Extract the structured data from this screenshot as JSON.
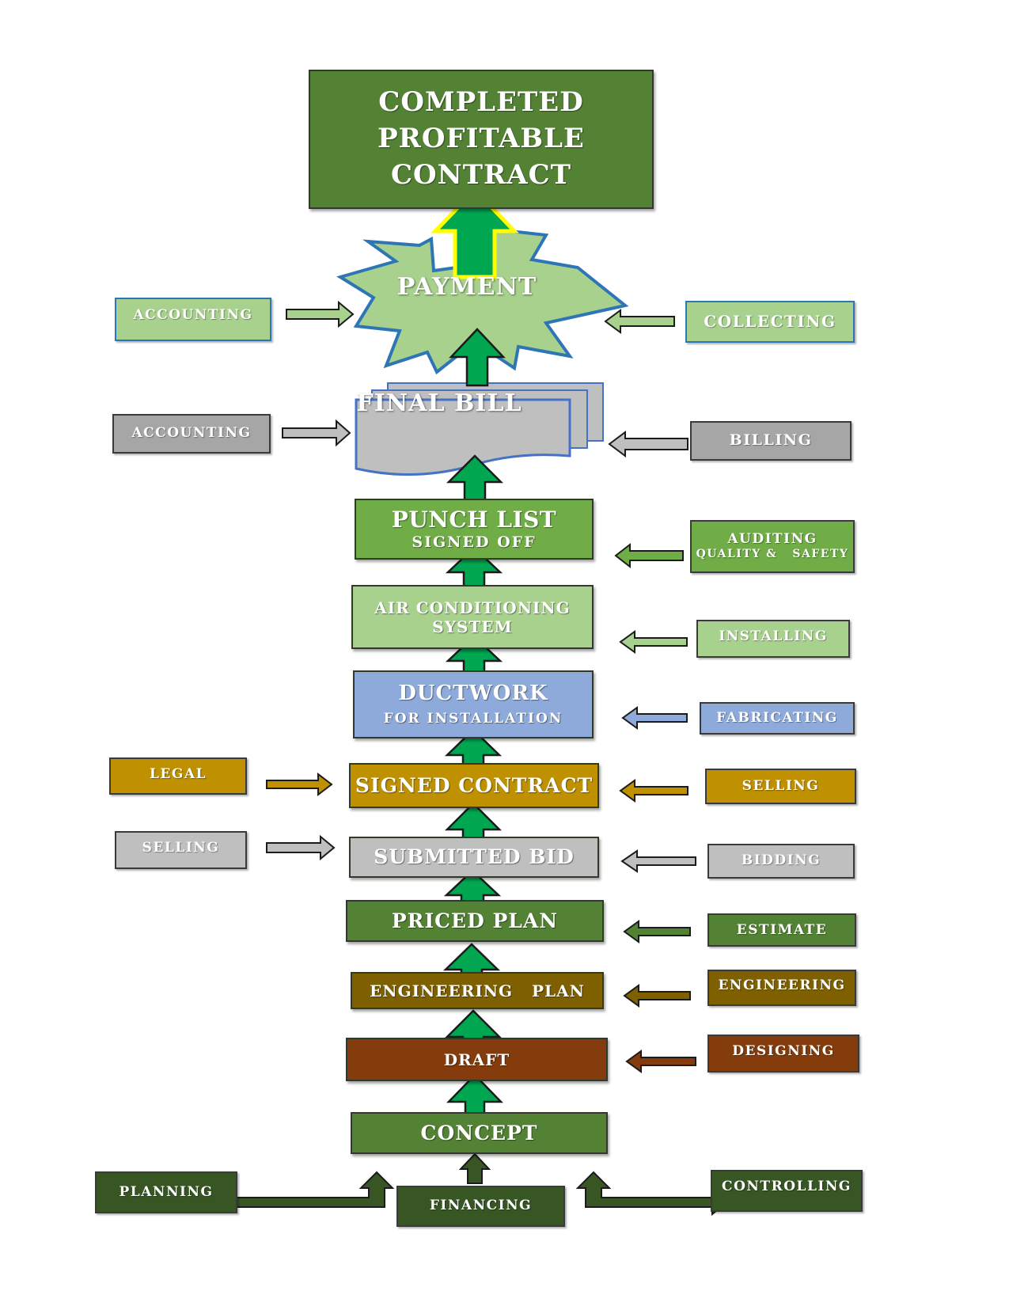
{
  "colors": {
    "dark_green": "#548235",
    "light_green": "#a9d18e",
    "grey": "#bfbfbf",
    "blue": "#8eaadb",
    "gold": "#bf9000",
    "olive": "#7f6000",
    "brown": "#843c0c",
    "deep_green": "#375623",
    "arrow_green": "#00a650",
    "arrow_yellow": "#ffff00"
  },
  "goal": {
    "lines": [
      "COMPLETED",
      "PROFITABLE",
      "CONTRACT"
    ]
  },
  "stages": {
    "payment": "PAYMENT",
    "final_bill": "FINAL BILL",
    "punch_list": {
      "line1": "PUNCH LIST",
      "line2": "SIGNED OFF"
    },
    "air_conditioning": {
      "line1": "AIR CONDITIONING",
      "line2": "SYSTEM"
    },
    "ductwork": {
      "line1": "DUCTWORK",
      "line2": "FOR INSTALLATION"
    },
    "signed_contract": "SIGNED CONTRACT",
    "submitted_bid": "SUBMITTED BID",
    "priced_plan": "PRICED PLAN",
    "engineering_plan": "ENGINEERING   PLAN",
    "draft": "DRAFT",
    "concept": "CONCEPT"
  },
  "left_functions": {
    "payment": "ACCOUNTING",
    "final_bill": "ACCOUNTING",
    "signed_contract": "LEGAL",
    "submitted_bid": "SELLING"
  },
  "right_functions": {
    "payment": "COLLECTING",
    "final_bill": "BILLING",
    "punch_list": {
      "line1": "AUDITING",
      "line2": "QUALITY &   SAFETY"
    },
    "air_conditioning": "INSTALLING",
    "ductwork": "FABRICATING",
    "signed_contract": "SELLING",
    "submitted_bid": "BIDDING",
    "priced_plan": "ESTIMATE",
    "engineering_plan": "ENGINEERING",
    "draft": "DESIGNING"
  },
  "base_functions": {
    "planning": "PLANNING",
    "financing": "FINANCING",
    "controlling": "CONTROLLING"
  }
}
